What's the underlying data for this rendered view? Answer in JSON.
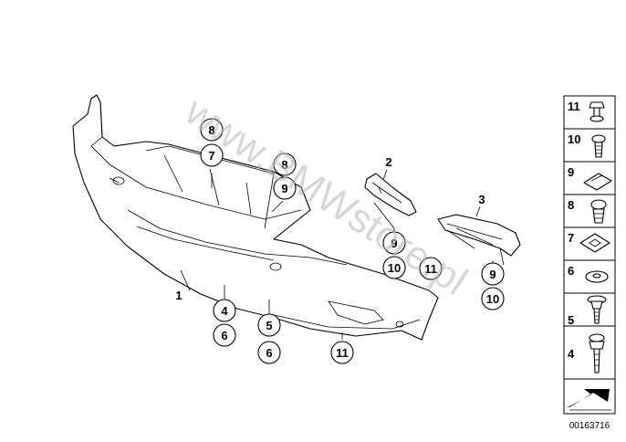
{
  "watermark": "www.BMWstore.pl",
  "document_number": "00163716",
  "part_labels": [
    "1",
    "2",
    "3"
  ],
  "callouts": [
    "8",
    "7",
    "8",
    "9",
    "9",
    "10",
    "11",
    "9",
    "10",
    "4",
    "6",
    "5",
    "6",
    "11"
  ],
  "legend": [
    "11",
    "10",
    "9",
    "8",
    "7",
    "6",
    "5",
    "4"
  ]
}
